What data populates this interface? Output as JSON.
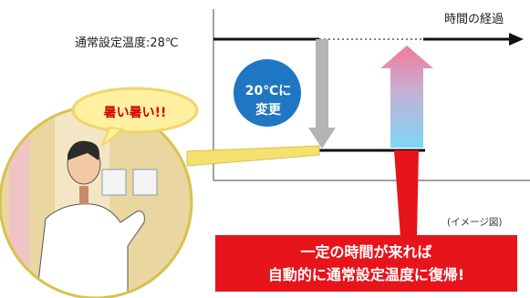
{
  "diagram": {
    "normal_temp_label": "通常設定温度:28℃",
    "time_label": "時間の経過",
    "change_label_line1": "20℃に",
    "change_label_line2": "変更",
    "bubble_text": "暑い暑い!!",
    "image_note": "(イメージ図)",
    "banner_line1": "一定の時間が来れば",
    "banner_line2": "自動的に通常設定温度に復帰!"
  },
  "colors": {
    "circle": "#1f77c4",
    "banner": "#e8141b",
    "down_arrow": "#b4b4b4",
    "up_arrow_top": "#f27b98",
    "up_arrow_bottom": "#7fd6f4",
    "bubble_fill": "#fff1a0",
    "room_circle": "#e9d6a0"
  }
}
